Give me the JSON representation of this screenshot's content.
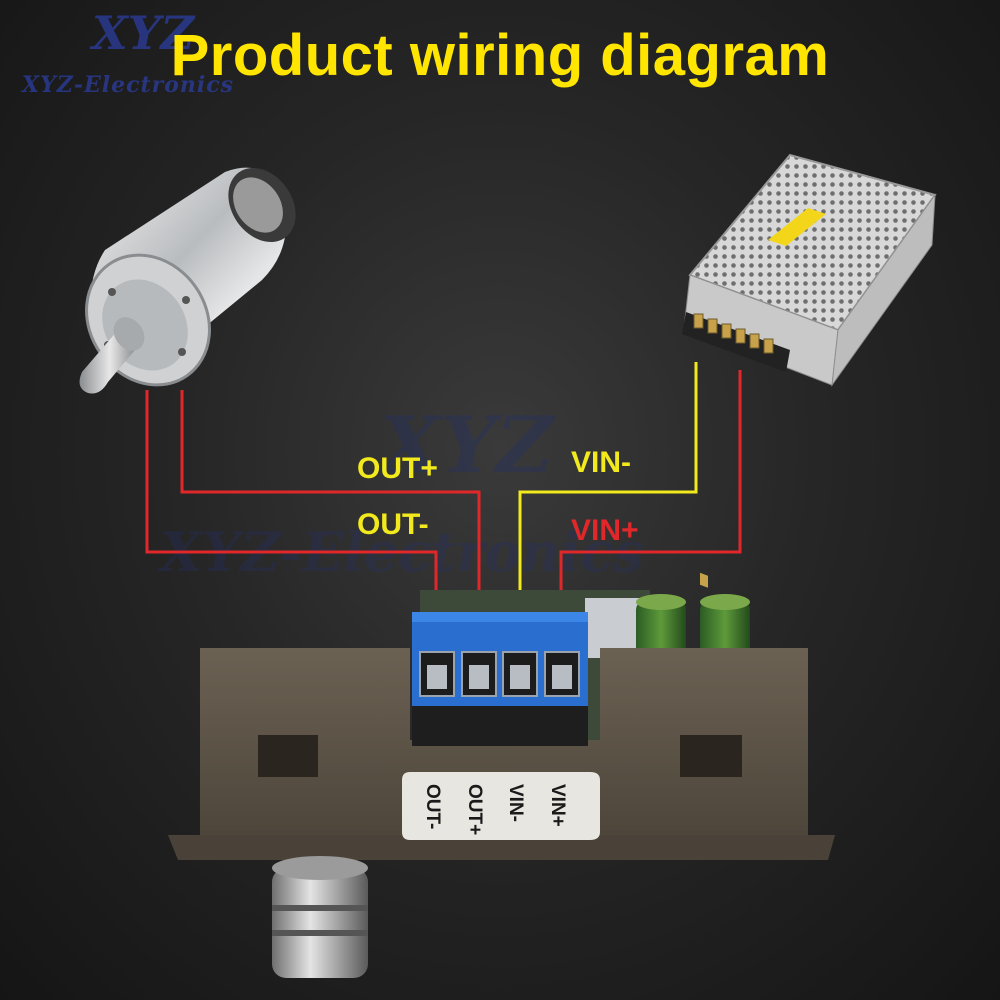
{
  "title": "Product wiring diagram",
  "watermark": {
    "logo": "XYZ",
    "brand": "XYZ-Electronics"
  },
  "wire_labels": {
    "out_plus": "OUT+",
    "out_minus": "OUT-",
    "vin_minus": "VIN-",
    "vin_plus": "VIN+"
  },
  "terminal_labels": [
    "OUT-",
    "OUT+",
    "VIN-",
    "VIN+"
  ],
  "devices": {
    "motor": "dc-gear-motor-image",
    "power_supply": "switching-power-supply-image",
    "controller": "motor-speed-controller-board-image"
  },
  "colors": {
    "title": "#ffe500",
    "wire_red": "#e0282b",
    "wire_yellow": "#f2ea1c",
    "background": "#1e1e1e",
    "terminal_block": "#2a6fd0"
  }
}
